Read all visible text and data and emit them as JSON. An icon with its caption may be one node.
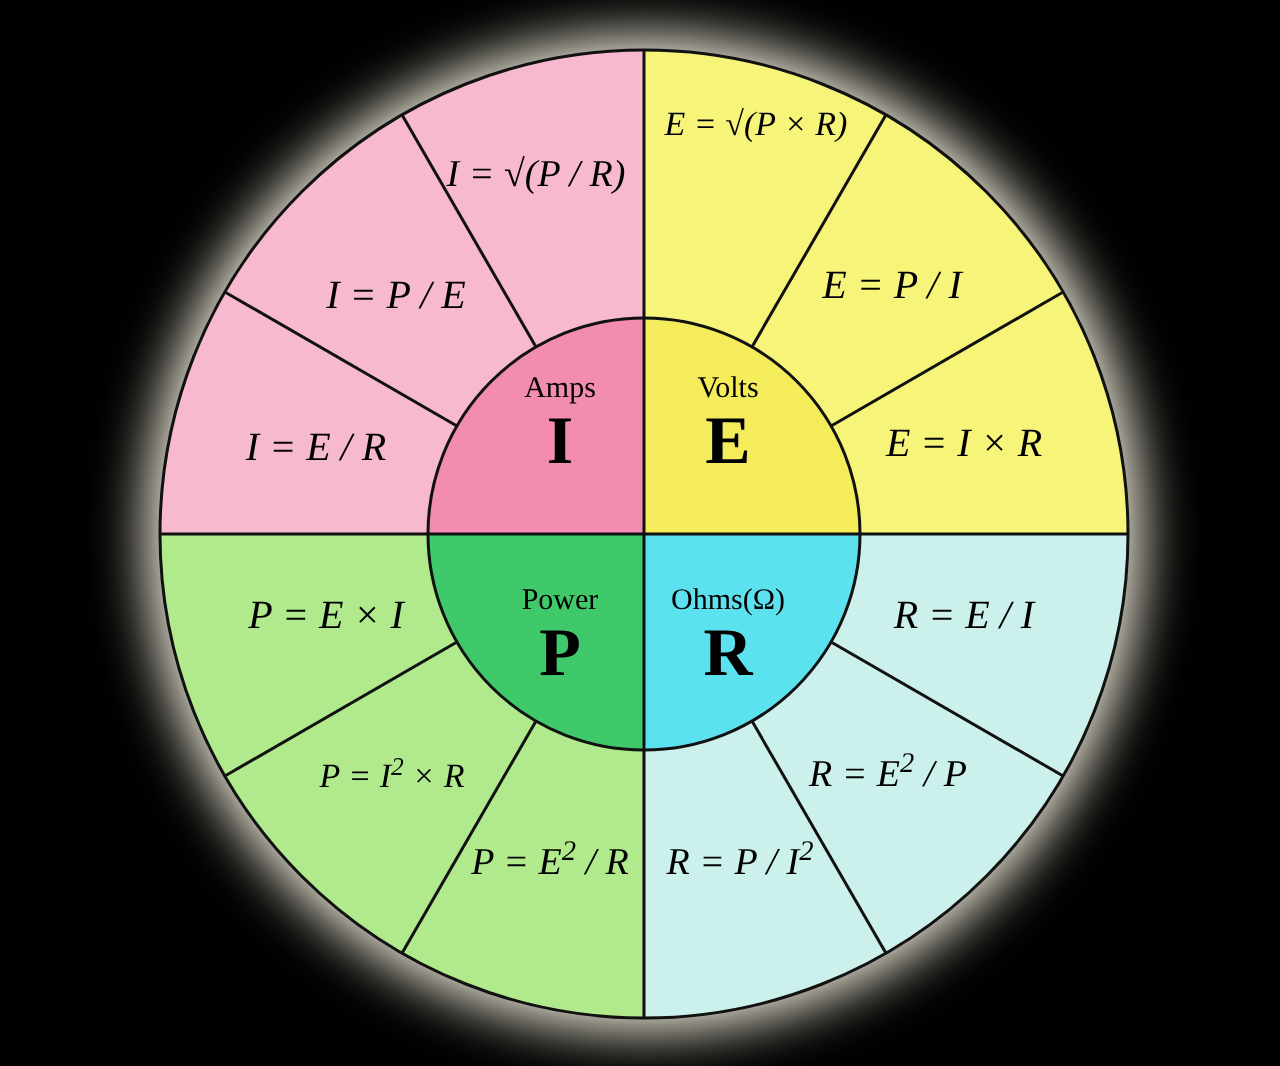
{
  "diagram": {
    "nodes": [
      {
        "text": [
          "Amps",
          "I"
        ]
      },
      {
        "text": [
          "Volts",
          "E"
        ]
      },
      {
        "text": [
          "Power",
          "P"
        ]
      },
      {
        "text": [
          "Ohms(Ω)",
          "R"
        ]
      },
      {
        "text": [
          "I = √(P / R)"
        ]
      },
      {
        "text": [
          "I = P / E"
        ]
      },
      {
        "text": [
          "I = E / R"
        ]
      },
      {
        "text": [
          "E = √(P × R)"
        ]
      },
      {
        "text": [
          "E = P / I"
        ]
      },
      {
        "text": [
          "E = I × R"
        ]
      },
      {
        "text": [
          "P = E × I"
        ]
      },
      {
        "text": [
          "P = I$^{2}$ × R"
        ]
      },
      {
        "text": [
          "P = E$^{2}$ / R"
        ]
      },
      {
        "text": [
          "R = E / I"
        ]
      },
      {
        "text": [
          "R = E$^{2}$ / P"
        ]
      },
      {
        "text": [
          "R = P / I$^{2}$"
        ]
      }
    ],
    "edges": []
  }
}
